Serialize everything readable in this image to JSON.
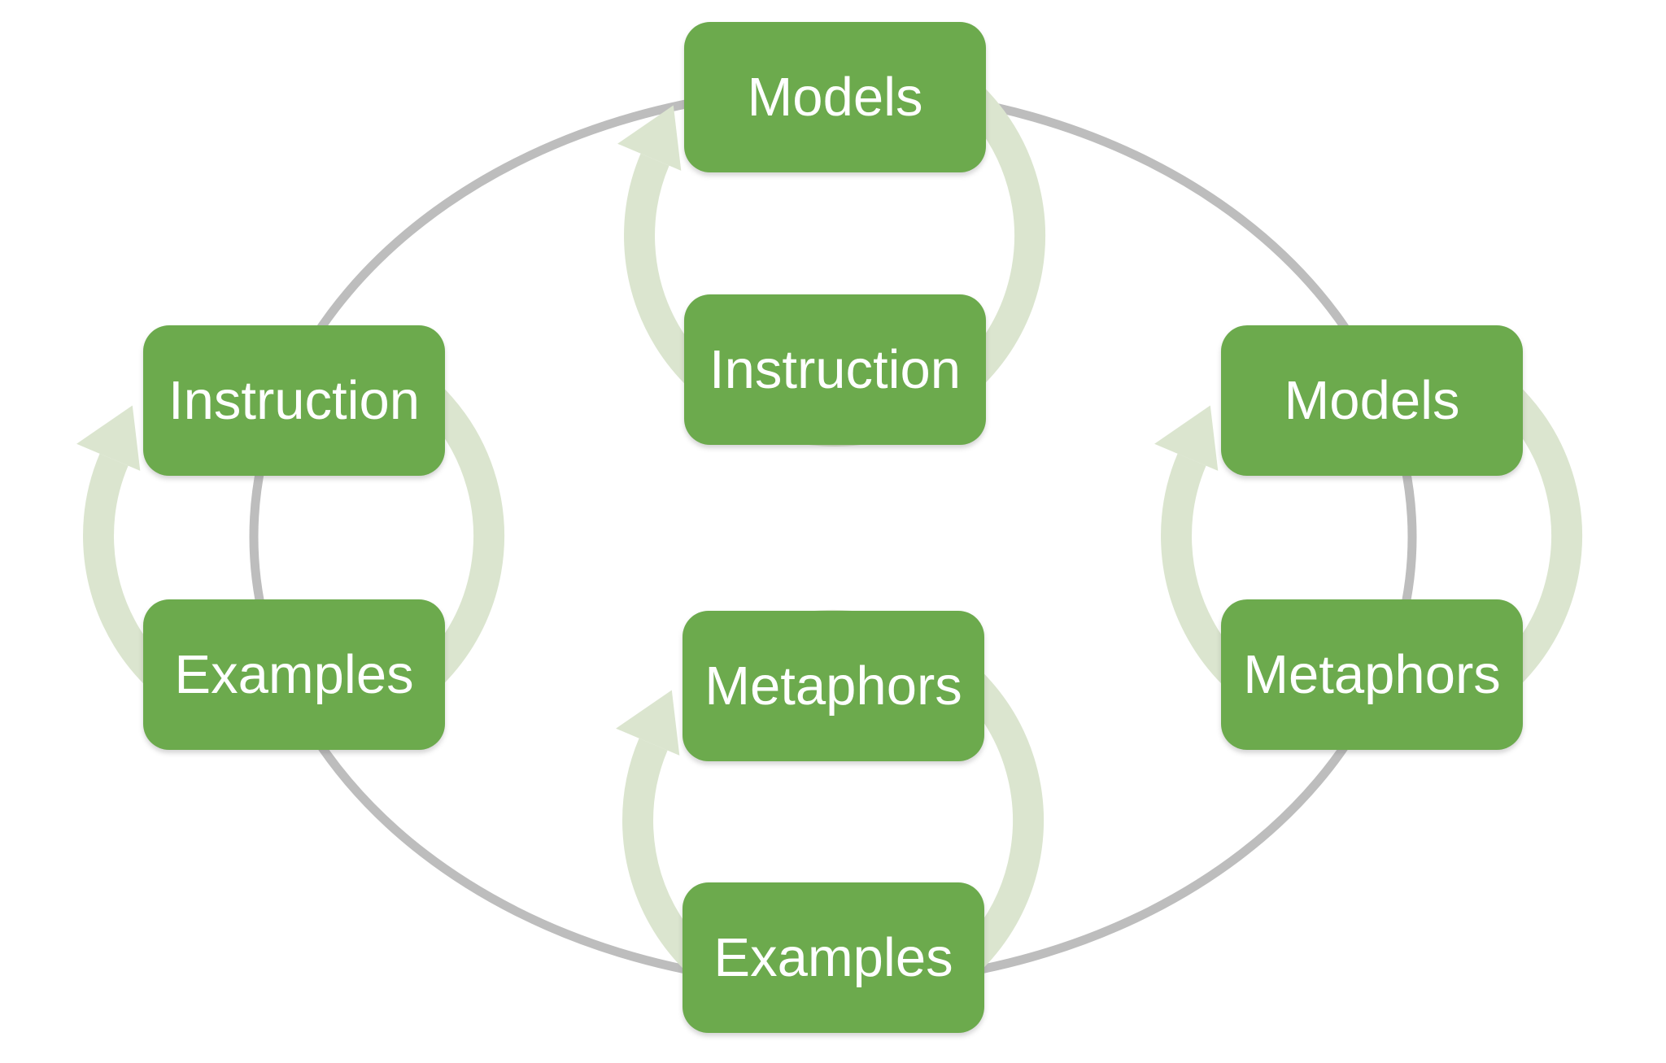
{
  "diagram_type": "cycle-diagram",
  "colors": {
    "node_green": "#6caa4d",
    "cycle_arrow_green": "#dbe5cf",
    "connector_gray": "#bdbdbd",
    "label_text": "#ffffff",
    "background": "#ffffff"
  },
  "groups": {
    "top": {
      "items": [
        {
          "label": "Models"
        },
        {
          "label": "Instruction"
        }
      ]
    },
    "left": {
      "items": [
        {
          "label": "Instruction"
        },
        {
          "label": "Examples"
        }
      ]
    },
    "right": {
      "items": [
        {
          "label": "Models"
        },
        {
          "label": "Metaphors"
        }
      ]
    },
    "bottom": {
      "items": [
        {
          "label": "Metaphors"
        },
        {
          "label": "Examples"
        }
      ]
    }
  }
}
